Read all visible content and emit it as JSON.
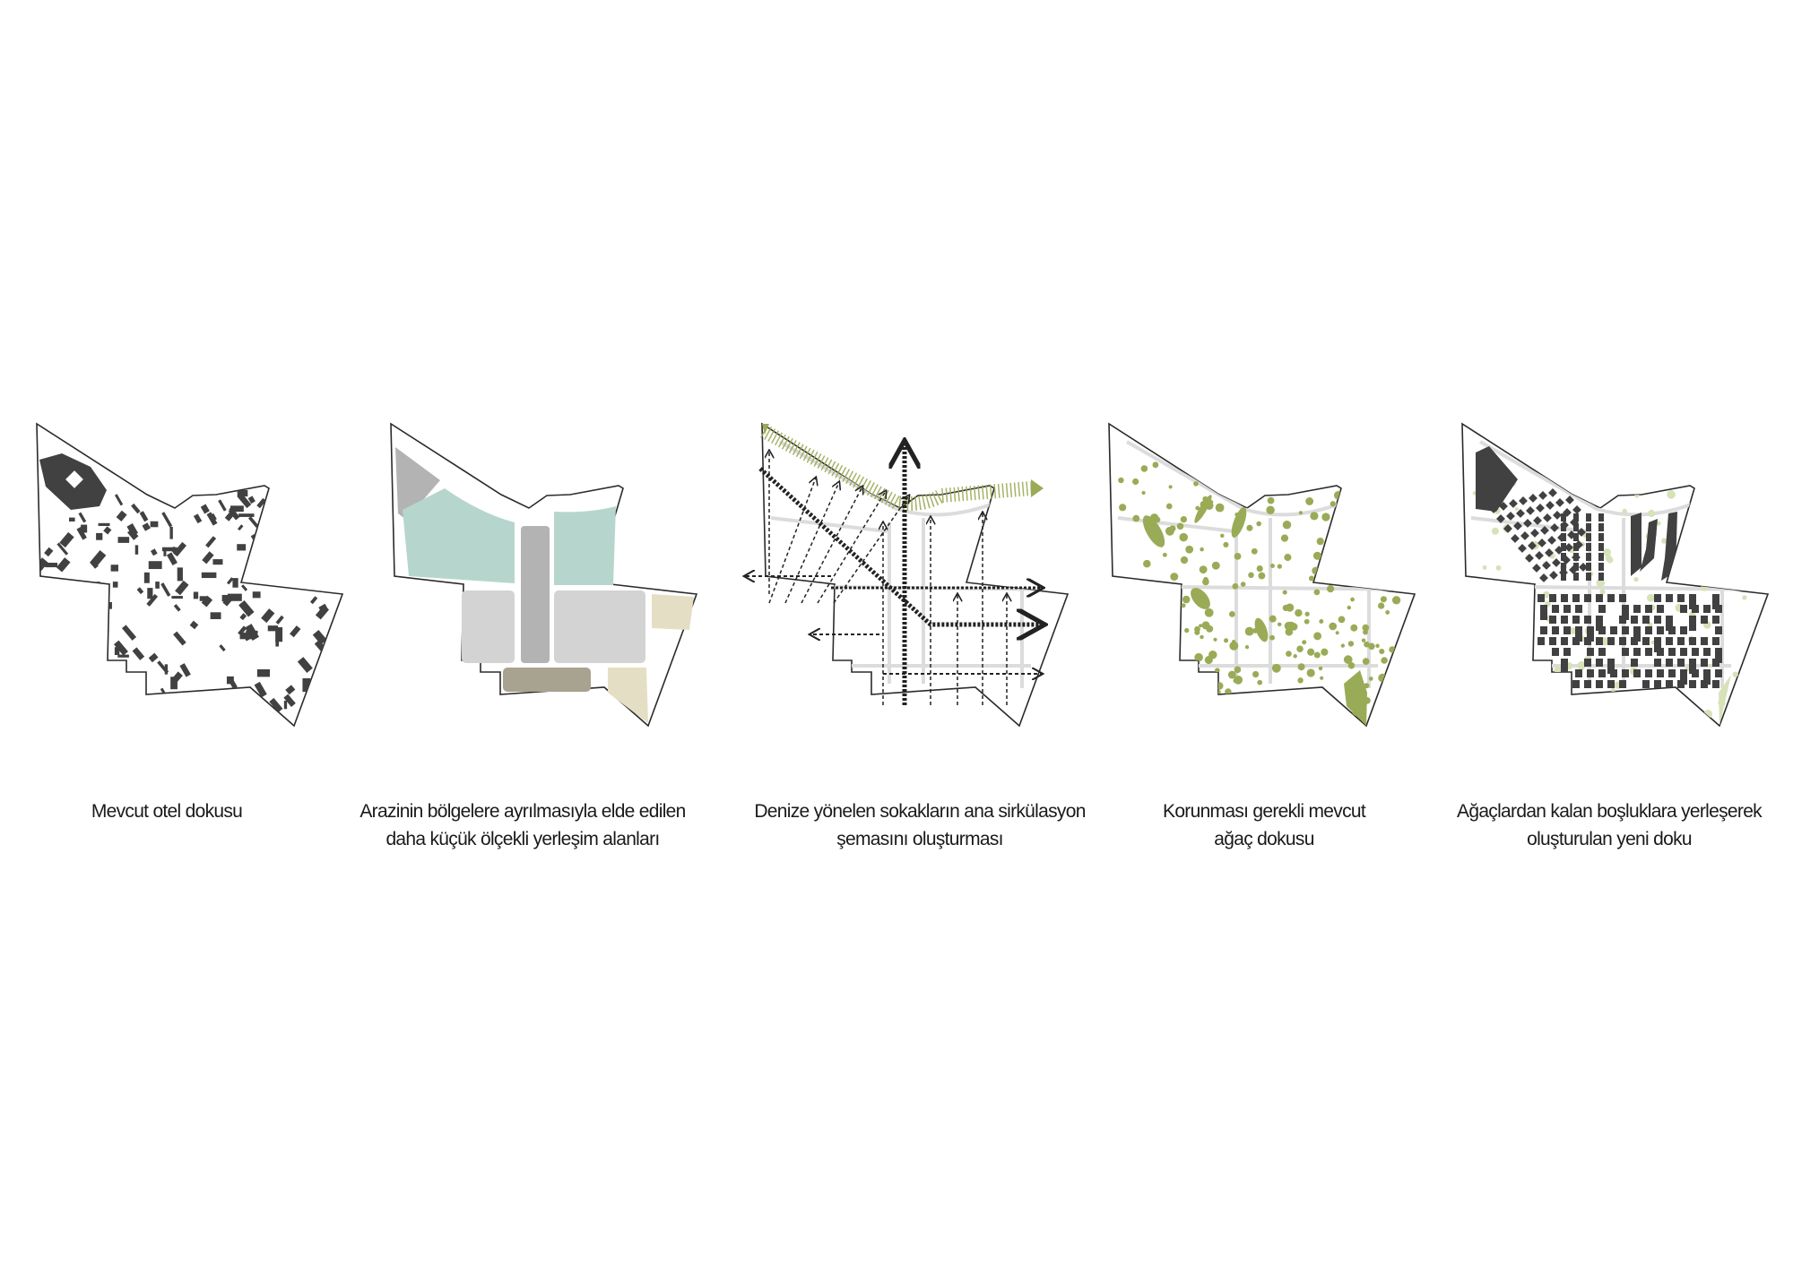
{
  "colors": {
    "outline": "#2b2b2b",
    "building": "#414141",
    "zone_teal": "#b6d6cd",
    "zone_gray": "#b3b3b3",
    "zone_lightgray": "#d3d3d3",
    "zone_beige": "#e4dfc4",
    "zone_brown": "#a8a290",
    "tree_green": "#9aab57",
    "tree_lightgreen": "#d6e2b7",
    "road_gray": "#dcdcdc"
  },
  "panels": [
    {
      "id": "existing-hotel-fabric",
      "caption": [
        "Mevcut otel dokusu"
      ]
    },
    {
      "id": "zoning",
      "caption": [
        "Arazinin bölgelere ayrılmasıyla elde edilen",
        "daha küçük ölçekli yerleşim alanları"
      ]
    },
    {
      "id": "circulation",
      "caption": [
        "Denize yönelen sokakların ana sirkülasyon",
        "şemasını oluşturması"
      ]
    },
    {
      "id": "existing-trees",
      "caption": [
        "Korunması gerekli mevcut",
        "ağaç dokusu"
      ]
    },
    {
      "id": "new-fabric",
      "caption": [
        "Ağaçlardan kalan boşluklara yerleşerek",
        "oluşturulan yeni doku"
      ]
    }
  ]
}
